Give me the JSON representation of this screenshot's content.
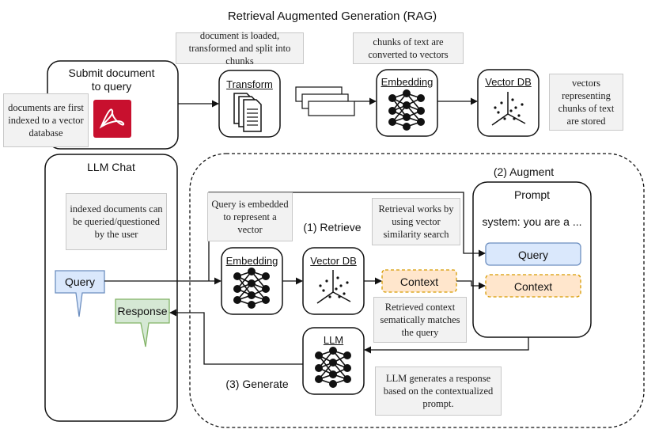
{
  "title": "Retrieval Augmented Generation (RAG)",
  "top": {
    "submit_line1": "Submit document",
    "submit_line2": "to query",
    "note_indexed": "documents are first indexed to a vector database",
    "note_loaded": "document is loaded, transformed and split into chunks",
    "transform_label": "Transform",
    "note_chunks": "chunks of text are converted to vectors",
    "embedding_label": "Embedding",
    "vectordb_label": "Vector DB",
    "note_vectors": "vectors representing chunks of text are stored"
  },
  "chat": {
    "title": "LLM Chat",
    "note_indexed_docs": "indexed documents can be queried/questioned by the user",
    "query_bubble": "Query",
    "response_bubble": "Response"
  },
  "flow": {
    "augment_label": "(2) Augment",
    "retrieve_label": "(1) Retrieve",
    "generate_label": "(3) Generate",
    "note_query_embedded": "Query is embedded to represent a vector",
    "embedding_label": "Embedding",
    "vectordb_label": "Vector DB",
    "note_retrieval": "Retrieval works by using vector similarity search",
    "context_label": "Context",
    "note_retrieved": "Retrieved context sematically matches the query",
    "llm_label": "LLM",
    "note_llm": "LLM generates a response based on the contextualized prompt."
  },
  "prompt": {
    "title": "Prompt",
    "system_text": "system: you are a ...",
    "query_label": "Query",
    "context_label": "Context"
  },
  "colors": {
    "query_fill": "#dae8fc",
    "query_stroke": "#6c8ebf",
    "context_fill": "#ffe6cc",
    "context_stroke": "#d79b00",
    "response_fill": "#d5e8d4",
    "response_stroke": "#82b366",
    "pdf_red": "#c8102e",
    "note_fill": "#f2f2f2"
  }
}
